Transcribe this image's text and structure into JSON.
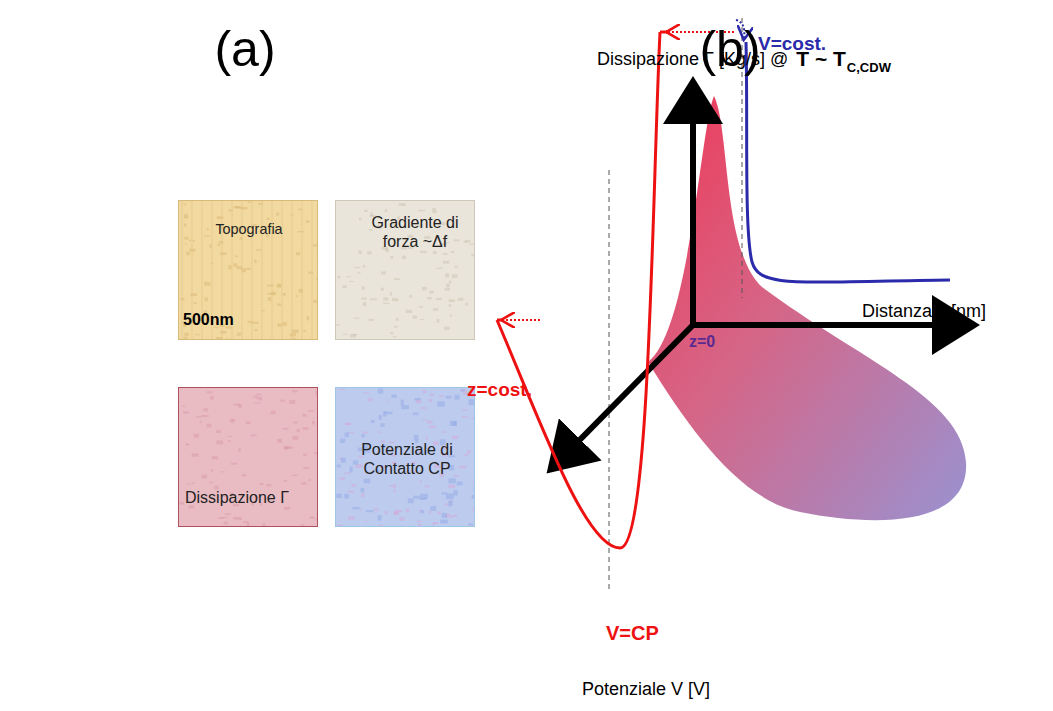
{
  "diagram": {
    "nodes": [
      {
        "text": [
          "Topografia",
          "500nm"
        ]
      },
      {
        "text": [
          "Gradiente di forza ~Δf"
        ]
      },
      {
        "text": [
          "Dissipazione Γ"
        ]
      },
      {
        "text": [
          "Potenziale di Contatto CP"
        ]
      }
    ],
    "labels": [
      "(a)",
      "(b)",
      "Dissipazione Γ [Kg/s] @",
      "T ~ T",
      "C,CDW",
      "V=cost.",
      "z=cost.",
      "Distanza z [nm]",
      "z=0",
      "V=CP",
      "Potenziale V [V]"
    ]
  }
}
